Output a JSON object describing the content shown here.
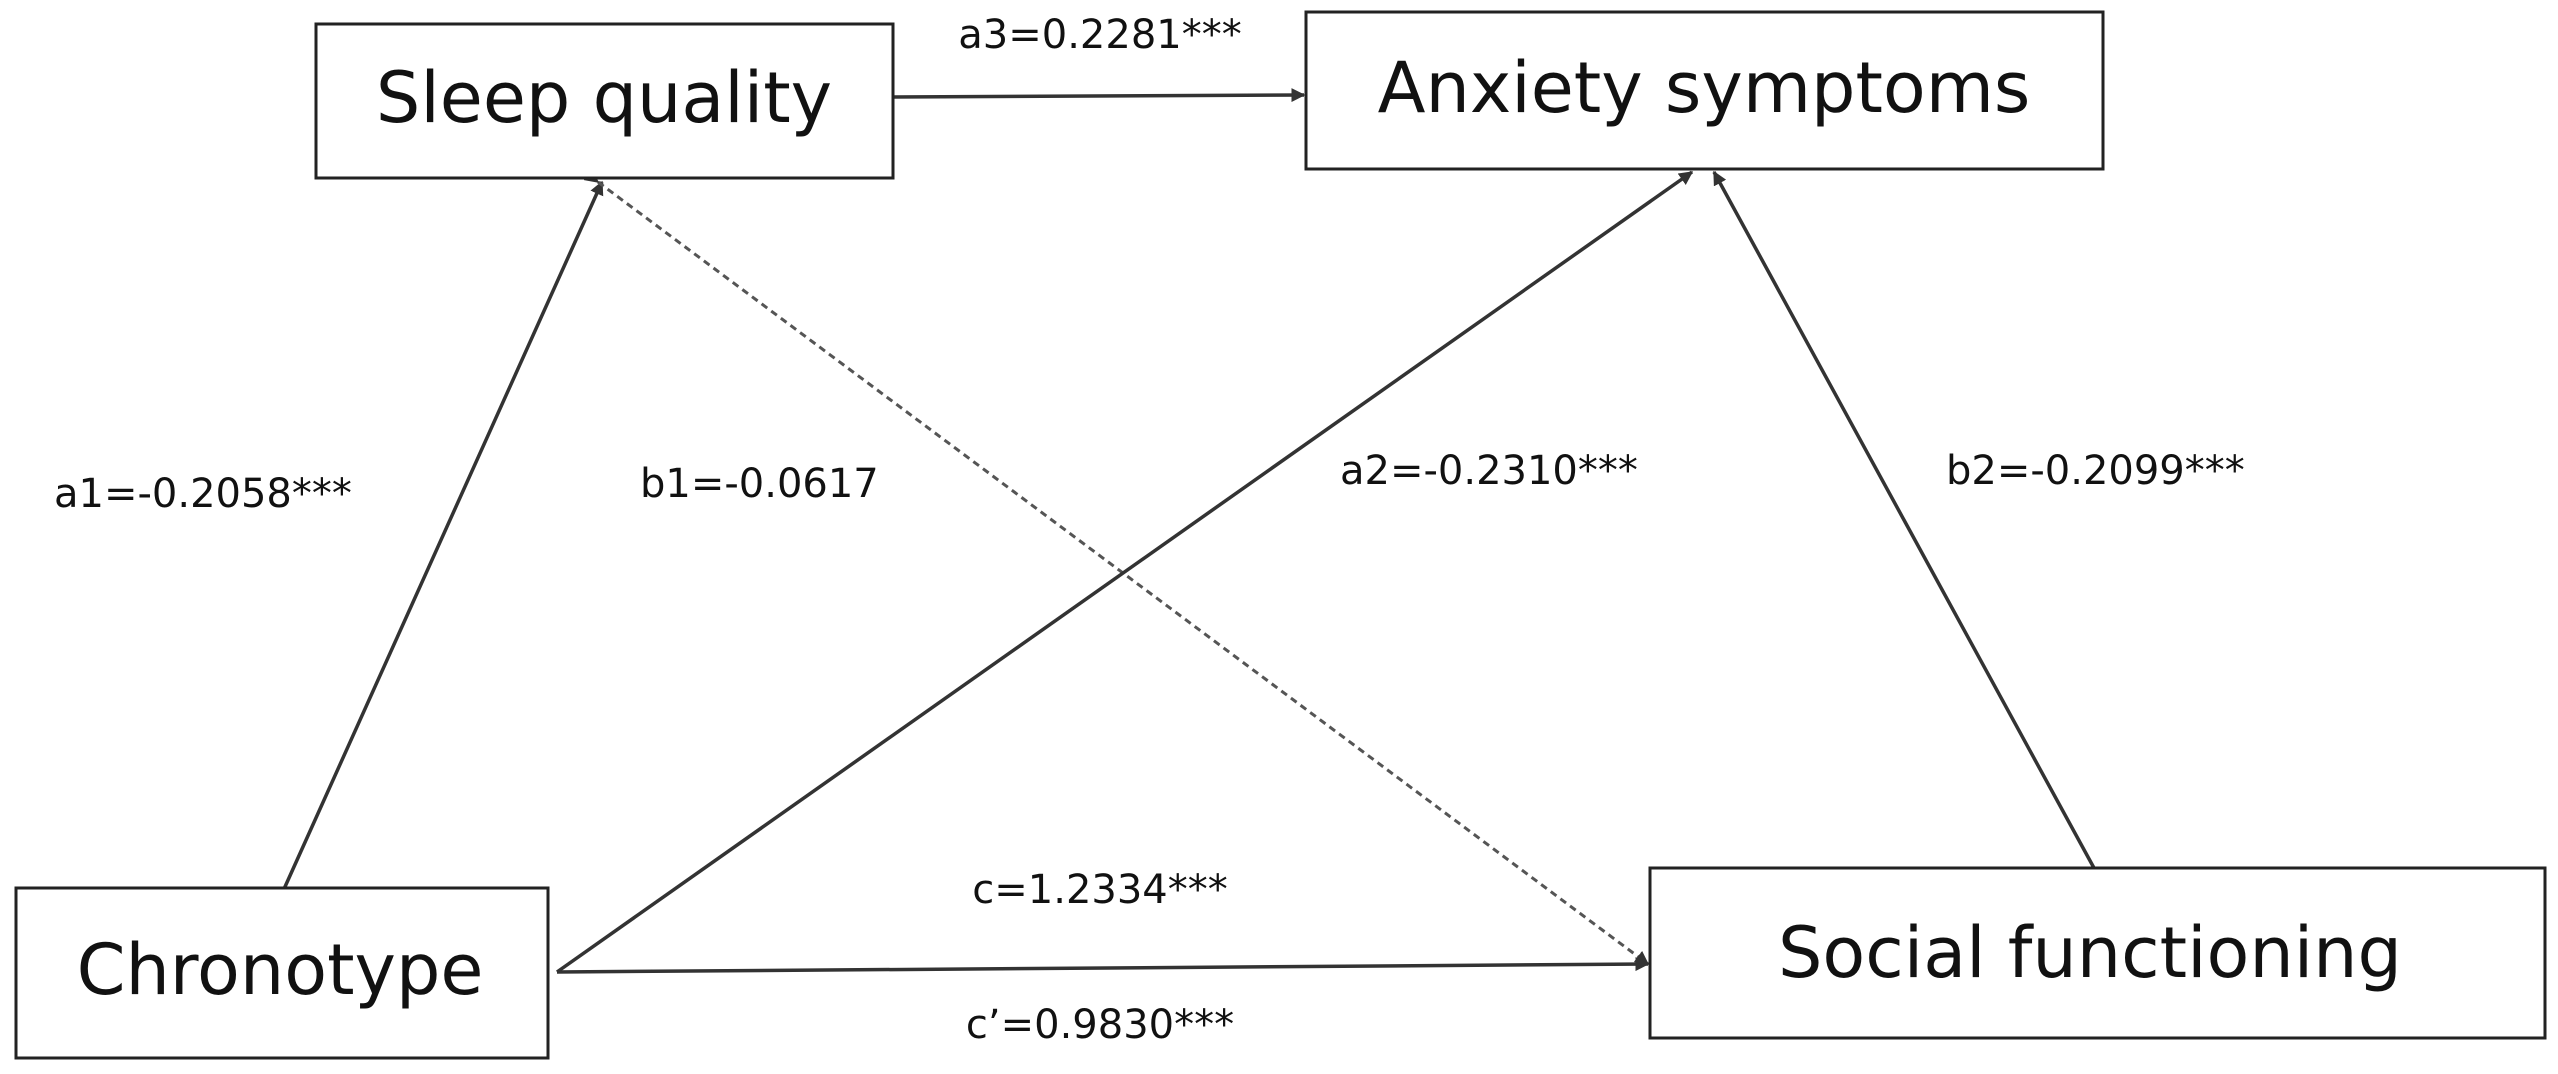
{
  "nodes": {
    "sleep_quality": "Sleep quality",
    "anxiety_symptoms": "Anxiety symptoms",
    "chronotype": "Chronotype",
    "social_functioning": "Social functioning"
  },
  "paths": {
    "a1": "a1=-0.2058***",
    "a2": "a2=-0.2310***",
    "a3": "a3=0.2281***",
    "b1": "b1=-0.0617",
    "b2": "b2=-0.2099***",
    "c": "c=1.2334***",
    "c_prime": "c’=0.9830***"
  },
  "colors": {
    "line": "#333333",
    "dashed_line": "#555555",
    "box_border": "#222222",
    "text": "#111111"
  }
}
